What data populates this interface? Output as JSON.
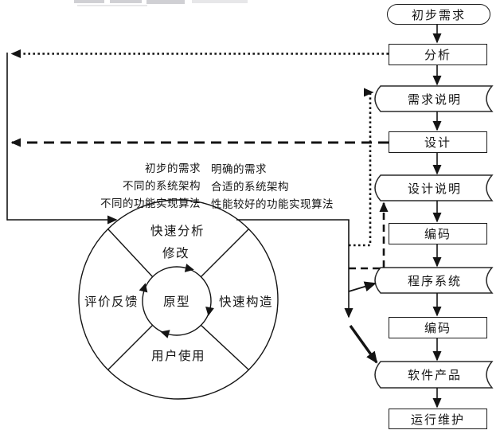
{
  "colors": {
    "line": "#141414",
    "background": "#ffffff"
  },
  "flowchart": {
    "nodes": [
      {
        "id": "initial-requirements",
        "label": "初步需求",
        "shape": "stadium"
      },
      {
        "id": "analysis",
        "label": "分析",
        "shape": "rect"
      },
      {
        "id": "requirements-spec",
        "label": "需求说明",
        "shape": "stored-data"
      },
      {
        "id": "design",
        "label": "设计",
        "shape": "rect"
      },
      {
        "id": "design-spec",
        "label": "设计说明",
        "shape": "stored-data"
      },
      {
        "id": "coding-1",
        "label": "编码",
        "shape": "rect"
      },
      {
        "id": "program-system",
        "label": "程序系统",
        "shape": "stored-data"
      },
      {
        "id": "coding-2",
        "label": "编码",
        "shape": "rect"
      },
      {
        "id": "software-product",
        "label": "软件产品",
        "shape": "stored-data"
      },
      {
        "id": "operation-maintenance",
        "label": "运行维护",
        "shape": "rect"
      }
    ]
  },
  "prototype_cycle": {
    "quadrant_top_line1": "快速分析",
    "quadrant_top_line2": "修改",
    "quadrant_left": "评价反馈",
    "quadrant_right": "快速构造",
    "quadrant_bottom": "用户使用",
    "center": "原型"
  },
  "annotations": {
    "cycle_input": {
      "line1": "初步的需求",
      "line2": "不同的系统架构",
      "line3": "不同的功能实现算法"
    },
    "cycle_output": {
      "line1": "明确的需求",
      "line2": "合适的系统架构",
      "line3": "性能较好的功能实现算法"
    }
  }
}
